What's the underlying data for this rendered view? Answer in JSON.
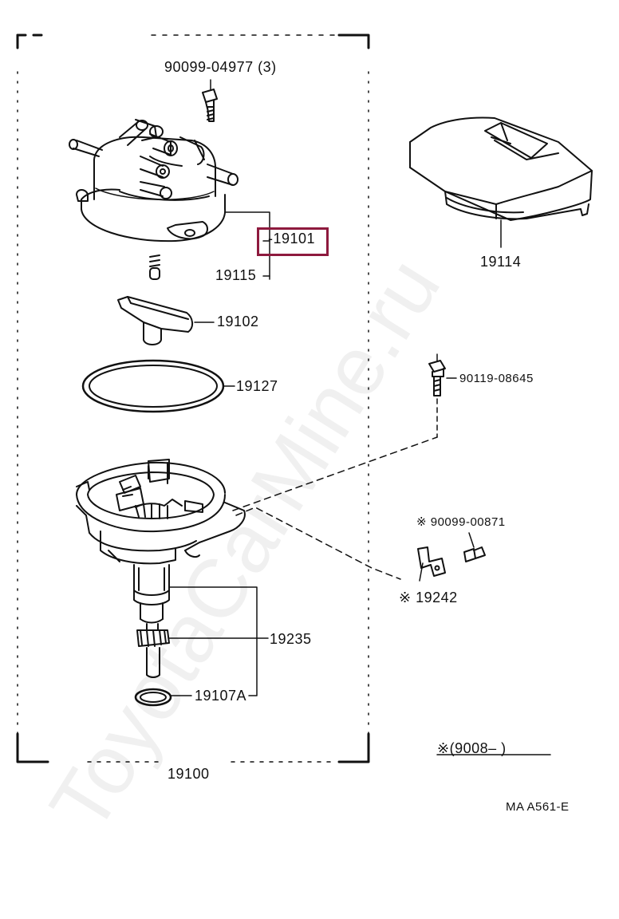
{
  "watermark": "ToyotaCarMine.ru",
  "highlight_color": "#8e1a3e",
  "parts": {
    "bolt_top": "90099-04977 (3)",
    "cap_assembly": "-19101",
    "spring": "19115",
    "rotor": "19102",
    "o_ring_big": "19127",
    "cover": "19114",
    "bolt_right": "90119-08645",
    "screw_note": "※ 90099-00871",
    "bracket_note": "※ 19242",
    "governor": "19235",
    "o_ring_small": "19107A",
    "distributor": "19100"
  },
  "footnote": "※(9008–        )",
  "drawing_code": "MA A561-E"
}
